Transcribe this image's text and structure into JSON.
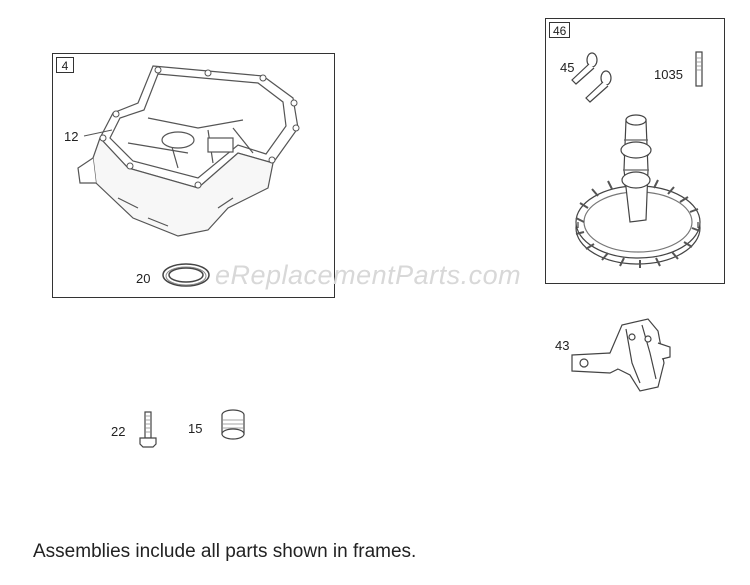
{
  "frames": {
    "housing_frame": {
      "label": "4"
    },
    "camshaft_frame": {
      "label": "46"
    }
  },
  "callouts": {
    "sump": "12",
    "seal": "20",
    "pin_45": "45",
    "pin_1035": "1035",
    "governor": "43",
    "bolt": "22",
    "plug": "15"
  },
  "watermark": "eReplacementParts.com",
  "footer_note": "Assemblies include all parts shown in frames."
}
